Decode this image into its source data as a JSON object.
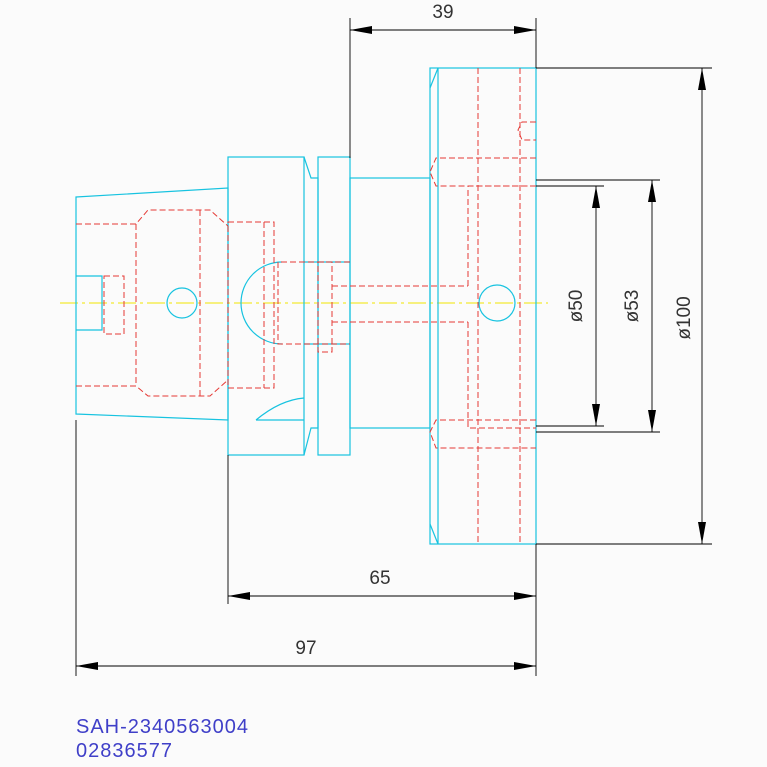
{
  "dimensions": {
    "top_width": "39",
    "bore_small": "ø50",
    "bore_mid": "ø53",
    "flange_dia": "ø100",
    "mid_length": "65",
    "total_length": "97"
  },
  "part": {
    "code": "SAH-2340563004",
    "number": "02836577"
  },
  "colors": {
    "outline": "#17c3e0",
    "hidden": "#e53935",
    "dimension": "#000000",
    "centerline": "#f2e600",
    "label": "#3f3fc8"
  }
}
